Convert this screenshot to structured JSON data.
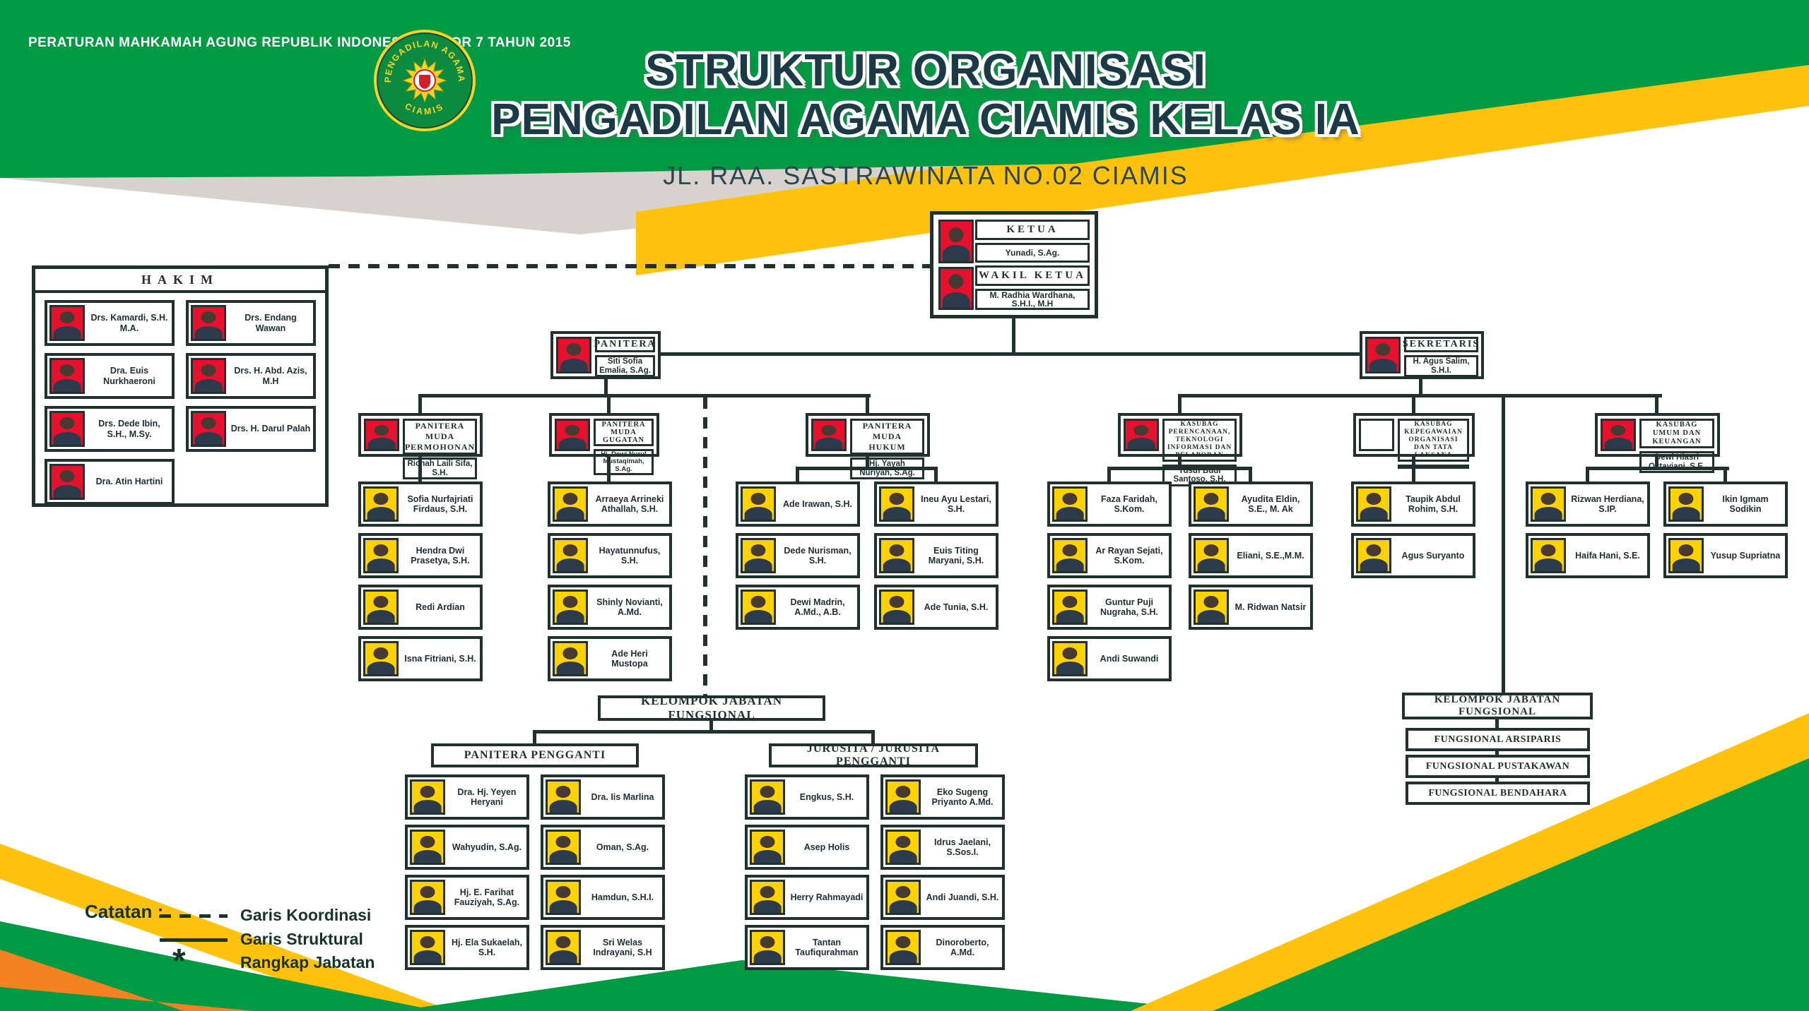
{
  "page": {
    "regulation": "PERATURAN MAHKAMAH AGUNG REPUBLIK INDONESIA NOMOR  7 TAHUN 2015",
    "title_line1": "STRUKTUR ORGANISASI",
    "title_line2": "PENGADILAN AGAMA CIAMIS KELAS IA",
    "address": "JL. RAA. SASTRAWINATA NO.02 CIAMIS"
  },
  "logo": {
    "arc_top": "PENGADILAN AGAMA",
    "arc_bottom": "CIAMIS"
  },
  "leadership": {
    "ketua_title": "KETUA",
    "ketua_name": "Yunadi, S.Ag.",
    "wakil_title": "WAKIL KETUA",
    "wakil_name": "M. Radhia Wardhana, S.H.I., M.H"
  },
  "hakim": {
    "title": "HAKIM",
    "members": [
      "Drs. Kamardi, S.H. M.A.",
      "Drs. Endang Wawan",
      "Dra. Euis Nurkhaeroni",
      "Drs. H. Abd. Azis, M.H",
      "Drs. Dede Ibin, S.H., M.Sy.",
      "Drs. H. Darul Palah",
      "Dra. Atin Hartini"
    ]
  },
  "panitera": {
    "title": "PANITERA",
    "name": "Siti Sofia Emalia, S.Ag."
  },
  "sekretaris": {
    "title": "SEKRETARIS",
    "name": "H. Agus Salim, S.H.I."
  },
  "panmud_permohonan": {
    "title": "PANITERA MUDA PERMOHONAN",
    "name": "Richah Laili Sifa, S.H.",
    "staff": [
      "Sofia Nurfajriati Firdaus, S.H.",
      "Hendra Dwi Prasetya, S.H.",
      "Redi Ardian",
      "Isna Fitriani, S.H."
    ]
  },
  "panmud_gugatan": {
    "title": "PANITERA MUDA GUGATAN",
    "name": "Hj. Dewi Nurul Mustaqimah, S.Ag.",
    "staff": [
      "Arraeya Arrineki Athallah, S.H.",
      "Hayatunnufus, S.H.",
      "Shinly Novianti, A.Md.",
      "Ade Heri Mustopa"
    ]
  },
  "panmud_hukum": {
    "title": "PANITERA MUDA HUKUM",
    "name": "Hj. Yayah Nuriyah, S.Ag.",
    "staff_col1": [
      "Ade Irawan, S.H.",
      "Dede Nurisman, S.H.",
      "Dewi Madrin, A.Md., A.B."
    ],
    "staff_col2": [
      "Ineu Ayu Lestari, S.H.",
      "Euis Titing Maryani, S.H.",
      "Ade Tunia, S.H."
    ]
  },
  "kasubag_perencanaan": {
    "title": "KASUBAG PERENCANAAN, TEKNOLOGI INFORMASI DAN PELAPORAN",
    "name": "Yusuf Budi Santoso, S.H.",
    "staff_col1": [
      "Faza Faridah, S.Kom.",
      "Ar Rayan Sejati, S.Kom.",
      "Guntur Puji Nugraha, S.H.",
      "Andi Suwandi"
    ],
    "staff_col2": [
      "Ayudita Eldin, S.E., M. Ak",
      "Eliani, S.E.,M.M.",
      "M. Ridwan Natsir"
    ]
  },
  "kasubag_kepegawaian": {
    "title": "KASUBAG KEPEGAWAIAN ORGANISASI DAN TATA LAKSANA",
    "name": "",
    "staff": [
      "Taupik Abdul Rohim, S.H.",
      "Agus Suryanto"
    ]
  },
  "kasubag_umum": {
    "title": "KASUBAG UMUM DAN KEUANGAN",
    "name": "Dewi Hiasri Oktaviani, S.E.",
    "staff_col1": [
      "Rizwan Herdiana, S.IP.",
      "Haifa Hani, S.E."
    ],
    "staff_col2": [
      "Ikin Igmam Sodikin",
      "Yusup Supriatna"
    ]
  },
  "fungsional_center": {
    "title": "KELOMPOK JABATAN FUNGSIONAL",
    "panitera_pengganti": {
      "title": "PANITERA PENGGANTI",
      "col1": [
        "Dra. Hj. Yeyen Heryani",
        "Wahyudin, S.Ag.",
        "Hj. E. Farihat Fauziyah, S.Ag.",
        "Hj. Ela Sukaelah, S.H."
      ],
      "col2": [
        "Dra. Iis Marlina",
        "Oman, S.Ag.",
        "Hamdun, S.H.I.",
        "Sri Welas Indrayani, S.H"
      ]
    },
    "jurusita": {
      "title": "JURUSITA / JURUSITA PENGGANTI",
      "col1": [
        "Engkus, S.H.",
        "Asep Holis",
        "Herry Rahmayadi",
        "Tantan Taufiqurahman"
      ],
      "col2": [
        "Eko Sugeng Priyanto A.Md.",
        "Idrus Jaelani, S.Sos.I.",
        "Andi Juandi, S.H.",
        "Dinoroberto, A.Md."
      ]
    }
  },
  "fungsional_right": {
    "title": "KELOMPOK JABATAN FUNGSIONAL",
    "items": [
      "FUNGSIONAL ARSIPARIS",
      "FUNGSIONAL PUSTAKAWAN",
      "FUNGSIONAL BENDAHARA"
    ]
  },
  "legend": {
    "label": "Catatan :",
    "koordinasi": "Garis Koordinasi",
    "struktural": "Garis Struktural",
    "rangkap": "Rangkap Jabatan",
    "asterisk": "*"
  },
  "colors": {
    "green": "#009a44",
    "yellow": "#ffc20e",
    "orange": "#f58220",
    "ink": "#20312f",
    "photo_red": "#e8112d",
    "photo_yellow": "#ffd200"
  }
}
